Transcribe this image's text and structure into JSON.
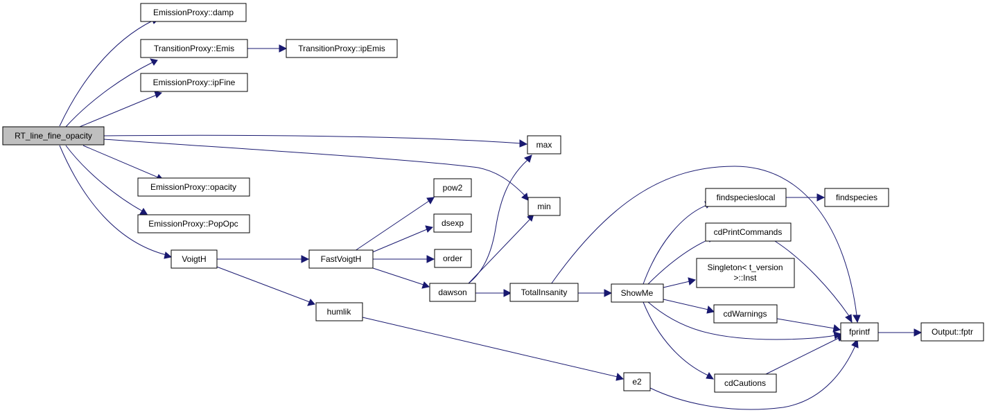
{
  "colors": {
    "edge": "#191970",
    "root_fill": "#bfbfbf",
    "node_fill": "#ffffff",
    "border": "#000000"
  },
  "nodes": {
    "rt": "RT_line_fine_opacity",
    "damp": "EmissionProxy::damp",
    "emis": "TransitionProxy::Emis",
    "ipemis": "TransitionProxy::ipEmis",
    "ipfine": "EmissionProxy::ipFine",
    "opacity": "EmissionProxy::opacity",
    "popopc": "EmissionProxy::PopOpc",
    "voigth": "VoigtH",
    "fastvoigth": "FastVoigtH",
    "humlik": "humlik",
    "pow2": "pow2",
    "dsexp": "dsexp",
    "order": "order",
    "dawson": "dawson",
    "max": "max",
    "min": "min",
    "totalinsanity": "TotalInsanity",
    "showme": "ShowMe",
    "findspecieslocal": "findspecieslocal",
    "findspecies": "findspecies",
    "cdprintcommands": "cdPrintCommands",
    "singleton_1": "Singleton< t_version",
    "singleton_2": ">::Inst",
    "cdwarnings": "cdWarnings",
    "cdcautions": "cdCautions",
    "fprintf": "fprintf",
    "fptr": "Output::fptr",
    "e2": "e2"
  }
}
